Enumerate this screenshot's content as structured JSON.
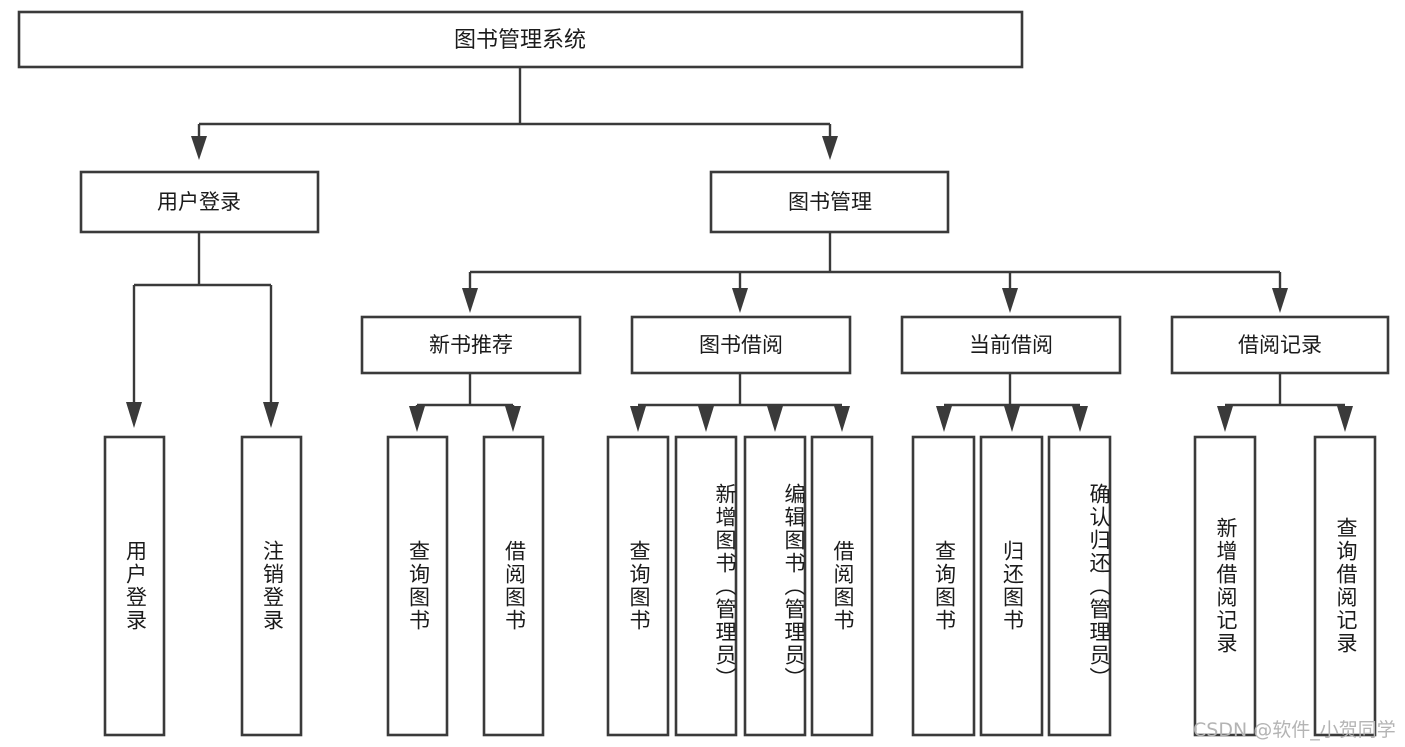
{
  "diagram": {
    "title": "图书管理系统",
    "type": "tree-hierarchy-chart",
    "orientation": "top-down",
    "style": {
      "box_fill": "#ffffff",
      "box_stroke": "#3a3a3a",
      "text_color": "#1b1b1b",
      "background": "#ffffff",
      "watermark_color": "#b4b4b4"
    },
    "root": {
      "label": "图书管理系统"
    },
    "level2": [
      {
        "label": "用户登录"
      },
      {
        "label": "图书管理"
      }
    ],
    "level3": [
      {
        "label": "新书推荐"
      },
      {
        "label": "图书借阅"
      },
      {
        "label": "当前借阅"
      },
      {
        "label": "借阅记录"
      }
    ],
    "leaves": {
      "user_login": [
        {
          "label": "用户登录"
        },
        {
          "label": "注销登录"
        }
      ],
      "new_book_recommend": [
        {
          "label": "查询图书"
        },
        {
          "label": "借阅图书"
        }
      ],
      "book_borrow": [
        {
          "label": "查询图书"
        },
        {
          "label": "新增图书（管理员）"
        },
        {
          "label": "编辑图书（管理员）"
        },
        {
          "label": "借阅图书"
        }
      ],
      "current_borrow": [
        {
          "label": "查询图书"
        },
        {
          "label": "归还图书"
        },
        {
          "label": "确认归还（管理员）"
        }
      ],
      "borrow_record": [
        {
          "label": "新增借阅记录"
        },
        {
          "label": "查询借阅记录"
        }
      ]
    }
  },
  "watermark": {
    "text": "CSDN @软件_小贺同学"
  }
}
